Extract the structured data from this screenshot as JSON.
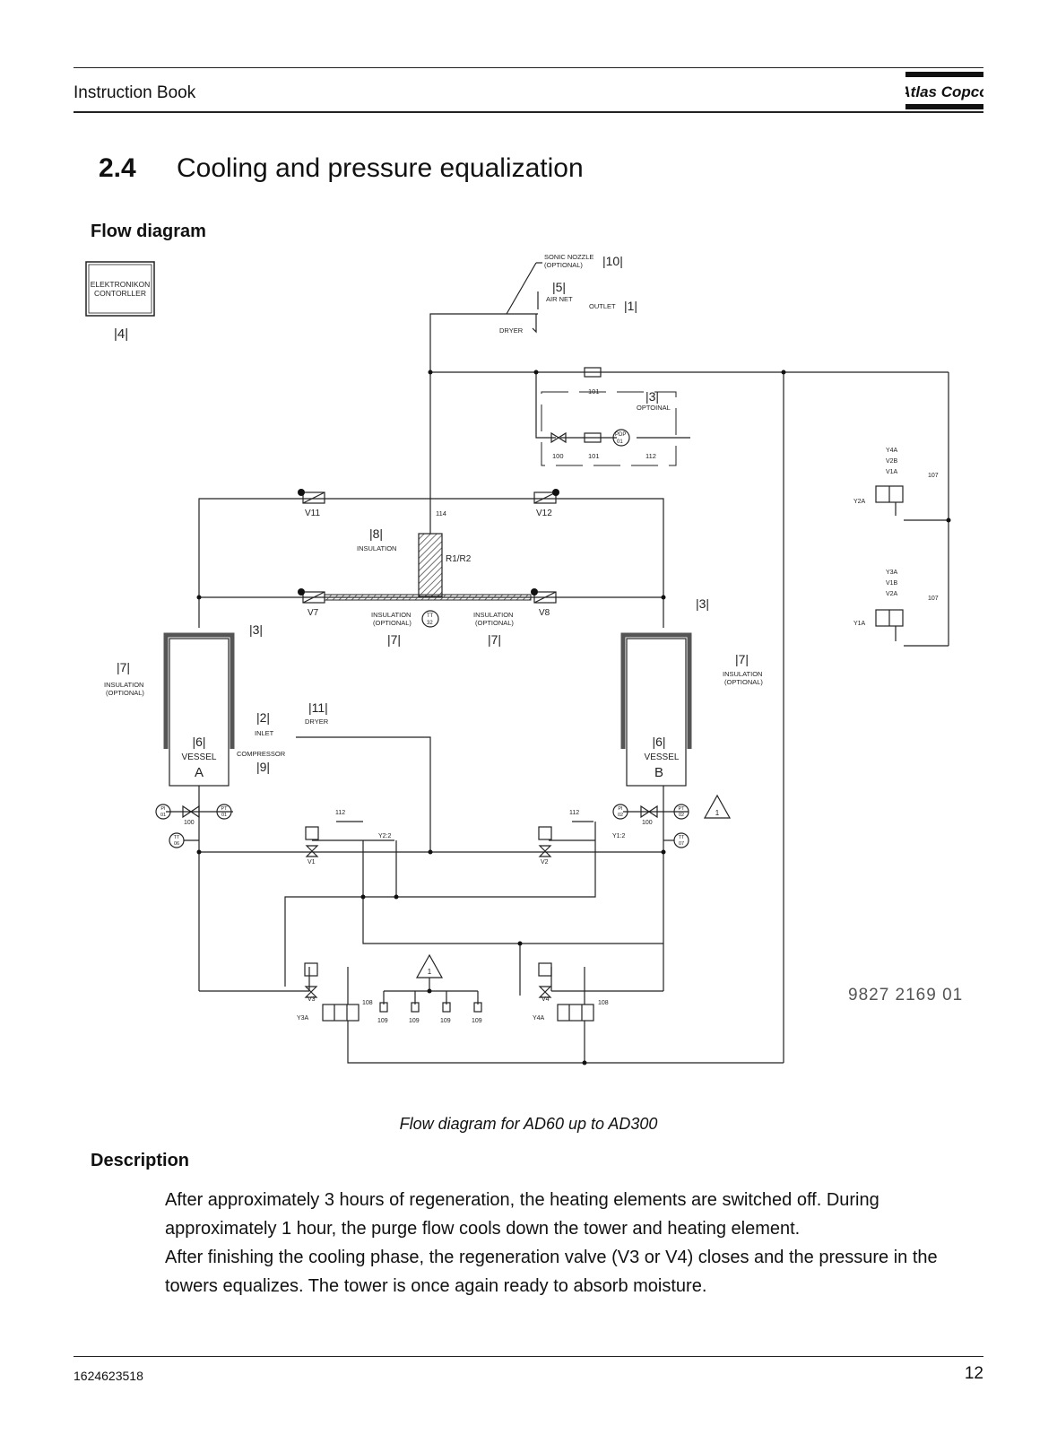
{
  "header": {
    "title": "Instruction Book",
    "brand": "Atlas Copco"
  },
  "section": {
    "number": "2.4",
    "title": "Cooling and pressure equalization"
  },
  "flow_heading": "Flow diagram",
  "diagram": {
    "controller": [
      "ELEKTRONIKON",
      "CONTORLLER"
    ],
    "ref4": "|4|",
    "sonic_nozzle": [
      "SONIC NOZZLE",
      "(OPTIONAL)"
    ],
    "ref10": "|10|",
    "ref5": "|5|",
    "air_net": "AIR NET",
    "outlet": "OUTLET",
    "ref1": "|1|",
    "dryer_top": "DRYER",
    "tag101_top": "101",
    "ref3_top": "|3|",
    "optoinal": "OPTOINAL",
    "tag100_top": "100",
    "tag101_b": "101",
    "tag112_top": "112",
    "pdp": [
      "PDP",
      "01"
    ],
    "v11": "V11",
    "v12": "V12",
    "tag114": "114",
    "ref8": "|8|",
    "insulation": "INSULATION",
    "r1r2": "R1/R2",
    "v7": "V7",
    "v8": "V8",
    "ins_opt_1": [
      "INSULATION",
      "(OPTIONAL)"
    ],
    "ins_opt_2": [
      "INSULATION",
      "(OPTIONAL)"
    ],
    "tt32": [
      "TT",
      "32"
    ],
    "ref7_a": "|7|",
    "ref7_b": "|7|",
    "ref3_l": "|3|",
    "ref3_r": "|3|",
    "ref7_left": "|7|",
    "ins_left": [
      "INSULATION",
      "(OPTIONAL)"
    ],
    "ref7_right": "|7|",
    "ins_right": [
      "INSULATION",
      "(OPTIONAL)"
    ],
    "ref11": "|11|",
    "dryer_mid": "DRYER",
    "ref2": "|2|",
    "inlet": "INLET",
    "compressor": "COMPRESSOR",
    "ref9": "|9|",
    "vessel_a": [
      "|6|",
      "VESSEL",
      "A"
    ],
    "vessel_b": [
      "|6|",
      "VESSEL",
      "B"
    ],
    "pi01": [
      "PI",
      "01"
    ],
    "pt01": [
      "PT",
      "01"
    ],
    "tt06": [
      "TT",
      "06"
    ],
    "pi02": [
      "PI",
      "02"
    ],
    "pt02": [
      "PT",
      "02"
    ],
    "tt07": [
      "TT",
      "07"
    ],
    "tag100_a": "100",
    "tag100_b": "100",
    "tag112_a": "112",
    "tag112_b": "112",
    "v1": "V1",
    "v2": "V2",
    "y22": "Y2:2",
    "y12": "Y1:2",
    "warn": "1",
    "right_top": [
      "Y4A",
      "V2B",
      "V1A"
    ],
    "right_bot": [
      "Y3A",
      "V1B",
      "V2A"
    ],
    "y2a": "Y2A",
    "y1a": "Y1A",
    "tag107": "107",
    "v3": "V3",
    "v4": "V4",
    "y3a": "Y3A",
    "y4a": "Y4A",
    "tag108": "108",
    "tags109": [
      "109",
      "109",
      "109",
      "109"
    ],
    "drawing_no": "9827 2169 01"
  },
  "caption": "Flow diagram for AD60 up to AD300",
  "description": {
    "heading": "Description",
    "para1": "After approximately 3 hours of regeneration, the heating elements are switched off. During approximately 1 hour, the purge flow cools down the tower and heating element.",
    "para2": "After finishing the cooling phase, the regeneration valve (V3 or V4) closes and the pressure in the towers equalizes. The tower is once again ready to absorb moisture."
  },
  "footer": {
    "code": "1624623518",
    "page": "12"
  }
}
